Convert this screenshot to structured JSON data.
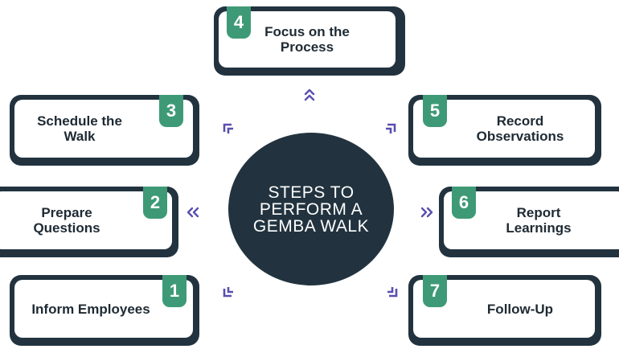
{
  "center": {
    "text": "STEPS TO\nPERFORM A\nGEMBA WALK"
  },
  "steps": [
    {
      "number": "1",
      "label": "Inform Employees"
    },
    {
      "number": "2",
      "label": "Prepare\nQuestions"
    },
    {
      "number": "3",
      "label": "Schedule  the\nWalk"
    },
    {
      "number": "4",
      "label": "Focus on the\nProcess"
    },
    {
      "number": "5",
      "label": "Record\nObservations"
    },
    {
      "number": "6",
      "label": "Report\nLearnings"
    },
    {
      "number": "7",
      "label": "Follow-Up"
    }
  ],
  "colors": {
    "dark": "#22333f",
    "accent": "#3e9a76",
    "arrow": "#5a4fb0"
  },
  "arrows": [
    "down-left-corner-arrow",
    "double-chevron-left",
    "up-left-corner-arrow",
    "double-chevron-up",
    "up-right-corner-arrow",
    "double-chevron-right",
    "down-right-corner-arrow"
  ]
}
